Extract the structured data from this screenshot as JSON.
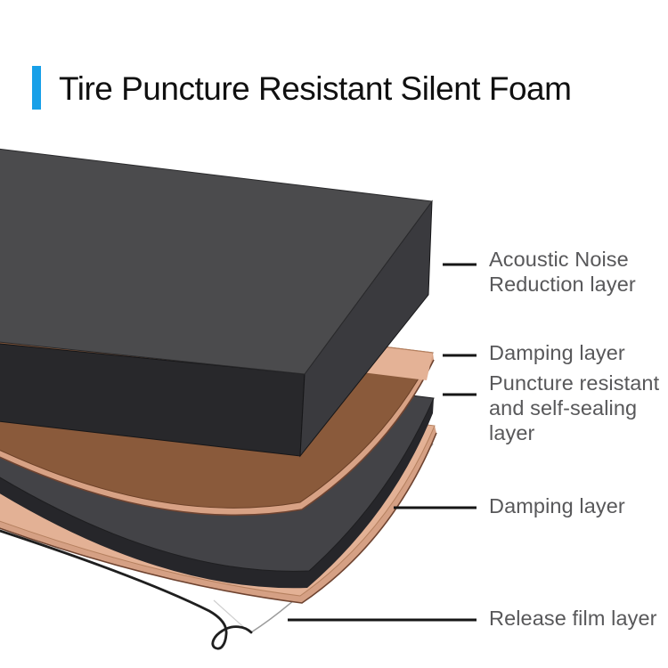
{
  "header": {
    "title": "Tire Puncture Resistant Silent Foam",
    "accent_color": "#18a0e8"
  },
  "diagram": {
    "layers": [
      {
        "id": "acoustic-foam",
        "label": "Acoustic Noise Reduction layer",
        "colors": {
          "top": "#4b4b4d",
          "right": "#3a3a3e",
          "front": "#28282b",
          "outline": "#161618"
        }
      },
      {
        "id": "damping-layer-top",
        "label": "Damping layer",
        "colors": {
          "overlap_brown": "#8a5a3b",
          "edge_pink": "#e4b296",
          "side": "#d8a285"
        }
      },
      {
        "id": "puncture-resistant",
        "label": "Puncture resistant and self-sealing layer",
        "colors": {
          "top": "#434347",
          "side": "#26262a"
        }
      },
      {
        "id": "damping-layer-bottom",
        "label": "Damping layer",
        "colors": {
          "top": "#e3b195",
          "side": "#d5a084"
        }
      },
      {
        "id": "release-film",
        "label": "Release film layer",
        "colors": {
          "fill": "#ffffff",
          "outline": "#1f1f1f",
          "thin_edge": "#9b9b9b"
        }
      }
    ],
    "callouts": [
      {
        "text": "Acoustic Noise\nReduction layer"
      },
      {
        "text": "Damping layer"
      },
      {
        "text": "Puncture resistant\nand self-sealing layer"
      },
      {
        "text": "Damping layer"
      },
      {
        "text": "Release film layer"
      }
    ]
  }
}
